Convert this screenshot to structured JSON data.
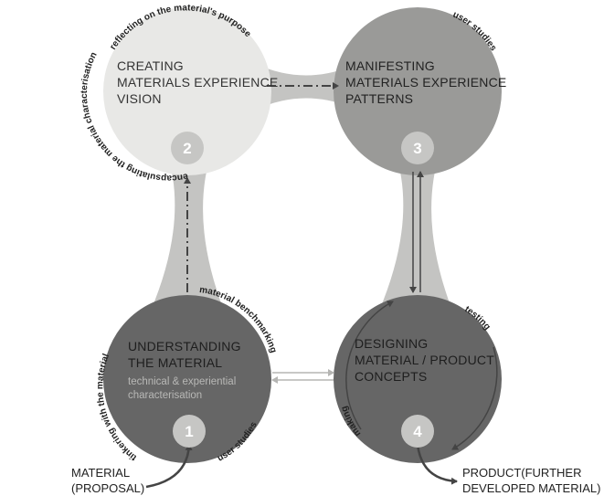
{
  "nodes": [
    {
      "number": "2",
      "title_lines": [
        "CREATING",
        "MATERIALS EXPERIENCE",
        "VISION"
      ]
    },
    {
      "number": "3",
      "title_lines": [
        "MANIFESTING",
        "MATERIALS EXPERIENCE",
        "PATTERNS"
      ]
    },
    {
      "number": "1",
      "title_lines": [
        "UNDERSTANDING",
        "THE MATERIAL"
      ],
      "subtitle_lines": [
        "technical & experiential",
        "characterisation"
      ]
    },
    {
      "number": "4",
      "title_lines": [
        "DESIGNING",
        "MATERIAL / PRODUCT",
        "CONCEPTS"
      ]
    }
  ],
  "arc_labels": {
    "reflecting": "reflecting on the material's purpose",
    "encapsulating": "encapsulating the material characterisation",
    "user_studies_top": "user studies",
    "material_benchmarking": "material benchmarking",
    "tinkering": "tinkering with the material",
    "user_studies_bottom": "user studies",
    "testing": "testing",
    "making": "making"
  },
  "input_label": [
    "MATERIAL",
    "(PROPOSAL)"
  ],
  "output_label": [
    "PRODUCT(FURTHER",
    "DEVELOPED MATERIAL)"
  ],
  "colors": {
    "node_light": "#e8e8e6",
    "node_mid": "#9a9a98",
    "node_dark": "#666666",
    "connector": "#c4c4c2",
    "badge": "#c6c6c4",
    "arrow": "#444444"
  }
}
